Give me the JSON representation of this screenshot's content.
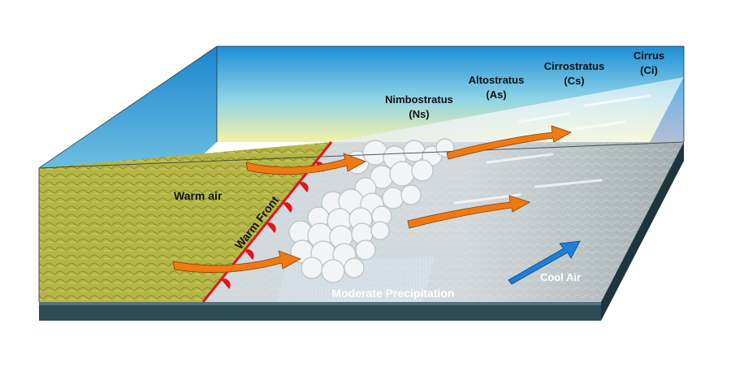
{
  "labels": {
    "nimbostratus": {
      "name": "Nimbostratus",
      "abbr": "(Ns)"
    },
    "altostratus": {
      "name": "Altostratus",
      "abbr": "(As)"
    },
    "cirrostratus": {
      "name": "Cirrostratus",
      "abbr": "(Cs)"
    },
    "cirrus": {
      "name": "Cirrus",
      "abbr": "(Ci)"
    },
    "warm_air": "Warm air",
    "warm_front": "Warm Front",
    "precipitation": "Moderate Precipitation",
    "cool_air": "Cool Air"
  },
  "colors": {
    "sky_top": "#1e8fd6",
    "sky_bottom": "#f3f0a6",
    "warm_ground": "#b7b84a",
    "cool_ground": "#3a4e55",
    "front_line": "#e0141c",
    "warm_arrow": "#f07a12",
    "cool_arrow": "#1f7fd8",
    "cloud": "#f2f4f6"
  }
}
